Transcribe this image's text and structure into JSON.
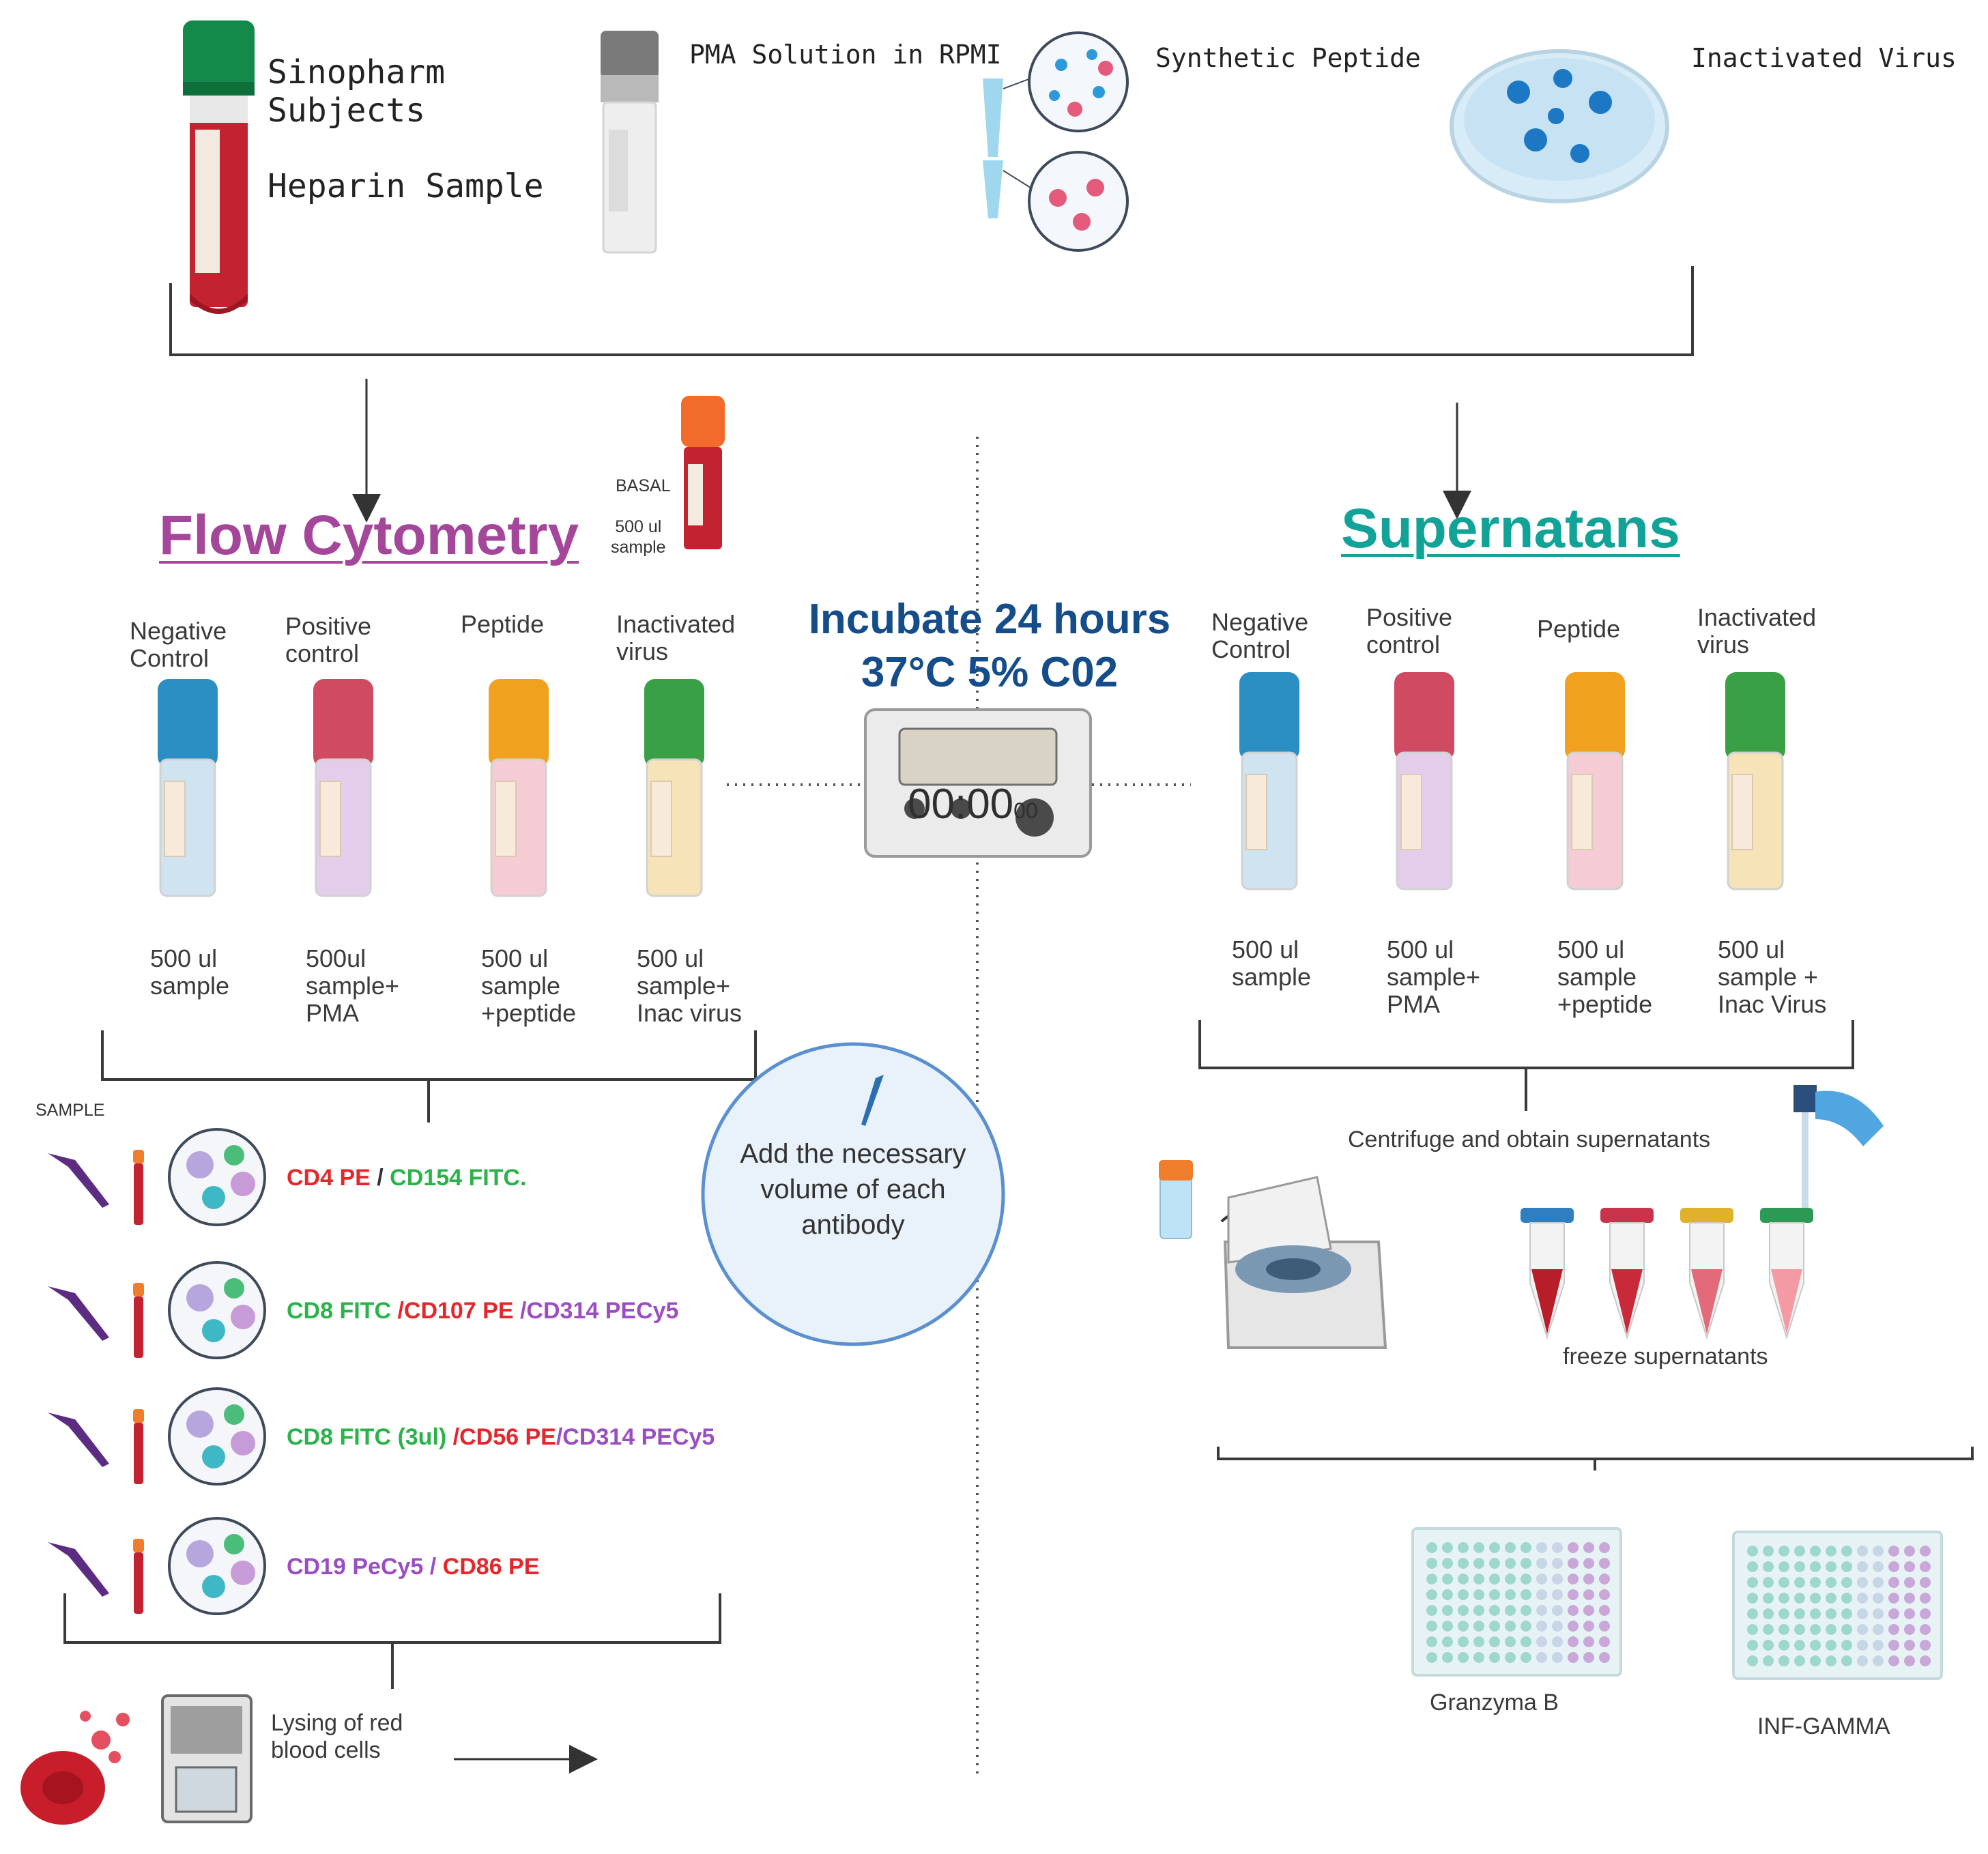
{
  "top": {
    "subjects": "Sinopharm\nSubjects",
    "heparin": "Heparin Sample",
    "pma": "PMA Solution in RPMI",
    "peptide": "Synthetic Peptide",
    "virus": "Inactivated Virus"
  },
  "basal": {
    "title": "BASAL",
    "volume": "500 ul\nsample"
  },
  "flow": {
    "title": "Flow Cytometry",
    "tubes": [
      {
        "label": "Negative\nControl",
        "volume": "500 ul\nsample",
        "cap_color": "#2b8fc4",
        "fluid_color": "#cfe3f1"
      },
      {
        "label": "Positive\ncontrol",
        "volume": "500ul\nsample+\nPMA",
        "cap_color": "#d04a61",
        "fluid_color": "#e3cdea"
      },
      {
        "label": "Peptide",
        "volume": "500 ul\nsample\n+peptide",
        "cap_color": "#f0a21f",
        "fluid_color": "#f6ccd4"
      },
      {
        "label": "Inactivated\nvirus",
        "volume": "500 ul\nsample+\nInac virus",
        "cap_color": "#3aa046",
        "fluid_color": "#f7e3b8"
      }
    ],
    "sample_label": "SAMPLE",
    "panels": [
      [
        {
          "t": "CD4 ",
          "c": "red"
        },
        {
          "t": " PE",
          "c": "red"
        },
        {
          "t": " / ",
          "c": "dark"
        },
        {
          "t": "CD154 FITC.",
          "c": "green"
        }
      ],
      [
        {
          "t": "CD8 FITC ",
          "c": "green"
        },
        {
          "t": "/CD107 PE ",
          "c": "red"
        },
        {
          "t": "/CD314 PECy5",
          "c": "purple"
        }
      ],
      [
        {
          "t": "CD8 FITC (3ul) ",
          "c": "green"
        },
        {
          "t": "/CD56 PE",
          "c": "red"
        },
        {
          "t": "/CD314 PECy5",
          "c": "purple"
        }
      ],
      [
        {
          "t": "CD19 PeCy5 / ",
          "c": "purple"
        },
        {
          "t": "CD86 PE",
          "c": "red"
        }
      ]
    ],
    "lysing": "Lysing of red\nblood cells"
  },
  "center": {
    "incubate_line1": "Incubate 24 hours",
    "incubate_line2": "37°C 5% C02",
    "timer": "00:00",
    "timer_small": "00",
    "antibody_note": "Add the necessary\nvolume of each\nantibody"
  },
  "supernatans": {
    "title": "Supernatans",
    "tubes": [
      {
        "label": "Negative\nControl",
        "volume": "500 ul\nsample",
        "cap_color": "#2b8fc4",
        "fluid_color": "#cfe3f1"
      },
      {
        "label": "Positive\ncontrol",
        "volume": "500 ul\nsample+\nPMA",
        "cap_color": "#d04a61",
        "fluid_color": "#e3cdea"
      },
      {
        "label": "Peptide",
        "volume": "500 ul\nsample\n+peptide",
        "cap_color": "#f0a21f",
        "fluid_color": "#f6ccd4"
      },
      {
        "label": "Inactivated\nvirus",
        "volume": "500 ul\nsample +\nInac Virus",
        "cap_color": "#3aa046",
        "fluid_color": "#f7e3b8"
      }
    ],
    "centrifuge": "Centrifuge and obtain supernatants",
    "freeze": "freeze supernatants",
    "plates": [
      "Granzyma B",
      "INF-GAMMA"
    ]
  },
  "colors": {
    "flow_title": "#a4479a",
    "sup_title": "#11a397",
    "incubate": "#154d8a",
    "blood": "#b81d2a",
    "bracket": "#3a3a3a"
  }
}
